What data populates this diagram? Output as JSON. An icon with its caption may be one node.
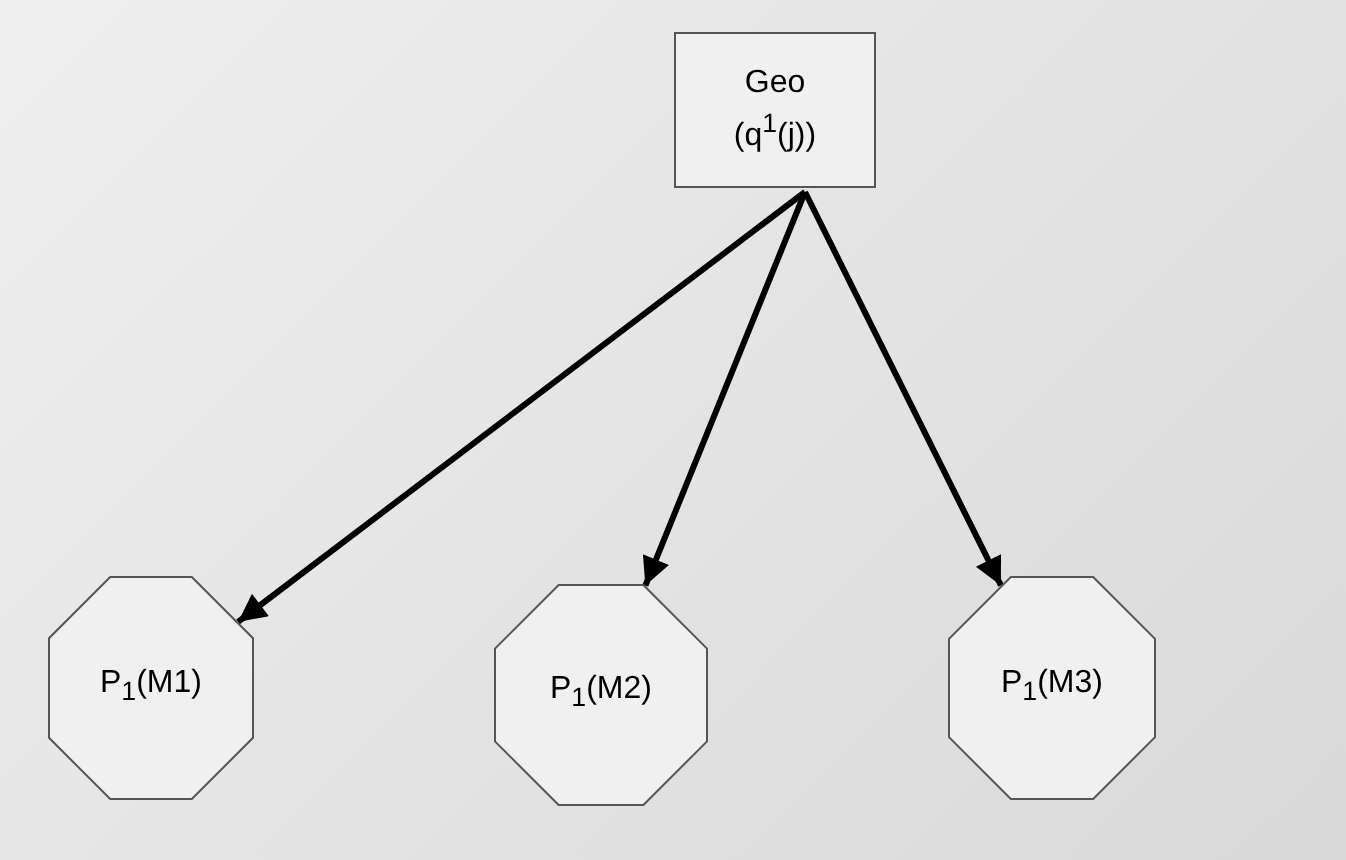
{
  "diagram": {
    "nodes": [
      {
        "text": [
          "Geo",
          "(q$^{1}$(j))"
        ]
      },
      {
        "text": [
          "P$_{1}$(M1)"
        ]
      },
      {
        "text": [
          "P$_{1}$(M2)"
        ]
      },
      {
        "text": [
          "P$_{1}$(M3)"
        ]
      }
    ],
    "edges": [
      {
        "from": 0,
        "to": 1,
        "arrow": "to"
      },
      {
        "from": 0,
        "to": 2,
        "arrow": "to"
      },
      {
        "from": 0,
        "to": 3,
        "arrow": "to"
      }
    ]
  }
}
